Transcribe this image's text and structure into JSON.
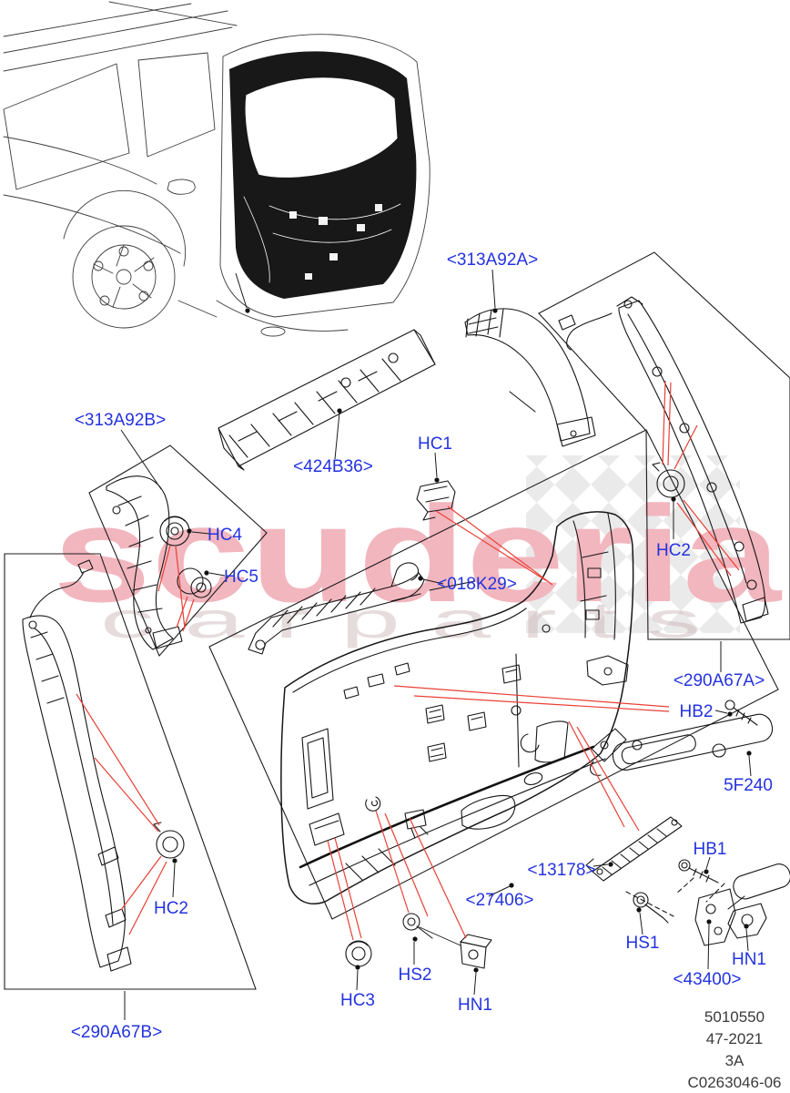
{
  "watermark": {
    "brand": "scuderia",
    "sub": "c a r p a r t s",
    "brand_color": "#f2b6be",
    "sub_color": "#c9b2b5",
    "checker_color": "#d9d9d9"
  },
  "labels": {
    "p313A92A": "<313A92A>",
    "p313A92B": "<313A92B>",
    "p424B36": "<424B36>",
    "hc1": "HC1",
    "p018K29": "<018K29>",
    "hc4": "HC4",
    "hc5": "HC5",
    "hc2_right": "HC2",
    "p290A67A": "<290A67A>",
    "hb2": "HB2",
    "p5F240": "5F240",
    "p13178": "<13178>",
    "hb1": "HB1",
    "hs1": "HS1",
    "hn1_right": "HN1",
    "p43400": "<43400>",
    "p27406": "<27406>",
    "hc3": "HC3",
    "hs2": "HS2",
    "hn1_bottom": "HN1",
    "hc2_left": "HC2",
    "p290A67B": "<290A67B>"
  },
  "footer": {
    "plate_number": "5010550",
    "issue_date": "47-2021",
    "sheet": "3A",
    "drawing_code": "C0263046-06"
  },
  "colors": {
    "label_blue": "#2433df",
    "leader_red": "#e94036",
    "line_black": "#1a1a1a"
  }
}
